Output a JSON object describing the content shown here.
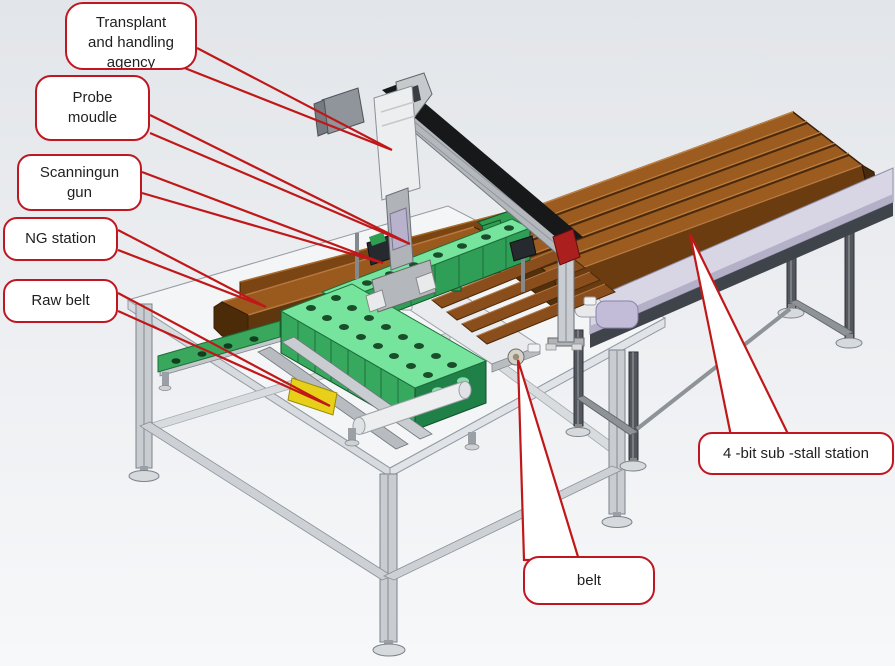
{
  "callouts": [
    {
      "id": "transplant-handling-agency",
      "text": "Transplant\nand handling\nagency"
    },
    {
      "id": "probe-module",
      "text": "Probe\nmoudle"
    },
    {
      "id": "scanning-gun",
      "text": "Scanningun\ngun"
    },
    {
      "id": "ng-station",
      "text": "NG station"
    },
    {
      "id": "raw-belt",
      "text": "Raw belt"
    },
    {
      "id": "four-bit-sub-stall-station",
      "text": "4 -bit sub -stall station"
    },
    {
      "id": "belt",
      "text": "belt"
    }
  ],
  "colors": {
    "callout_border": "#bf1722",
    "leader_line": "#c01818",
    "bin_brown": "#9c5c20",
    "bin_front_brown": "#6b3c10",
    "module_green": "#37a95e",
    "module_top_green": "#76e49c",
    "table_white": "#f3f5f7",
    "panel_lavender": "#d8d6e4",
    "gantry_black": "#17181a",
    "gantry_cap_red": "#ab1f1f",
    "raw_belt_yellow": "#e8cf1a"
  }
}
